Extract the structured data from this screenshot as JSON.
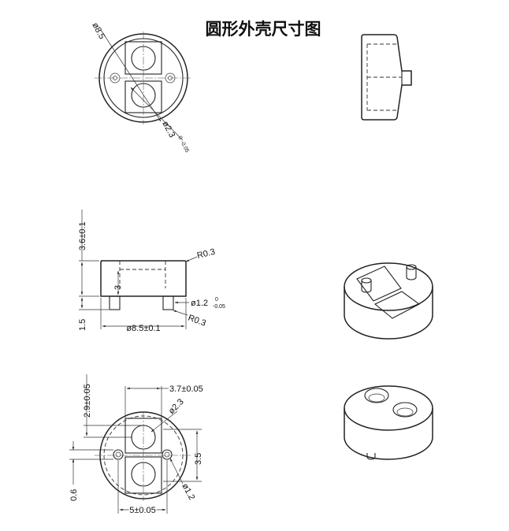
{
  "title": "圆形外壳尺寸图",
  "top_view": {
    "dia_outer": "ø8.5",
    "dia_hole": "ø2.3",
    "dia_hole_tol_upper": "0",
    "dia_hole_tol_lower": "-0.05"
  },
  "front_view": {
    "height_total": "3.6±0.1",
    "inner_depth": "3",
    "pin_len": "1.5",
    "corner_radius_top": "R0.3",
    "corner_radius_bottom": "R0.3",
    "pin_dia": "ø1.2",
    "pin_dia_tol_upper": "0",
    "pin_dia_tol_lower": "-0.05",
    "width": "ø8.5±0.1"
  },
  "bottom_view": {
    "hole_spacing": "2.9±0.05",
    "window_width": "3.7±0.05",
    "hole_dia": "ø2.3",
    "window_height": "3.5",
    "pin_offset": "0.6",
    "pin_dia": "ø1.2",
    "pin_spacing": "5±0.05"
  }
}
